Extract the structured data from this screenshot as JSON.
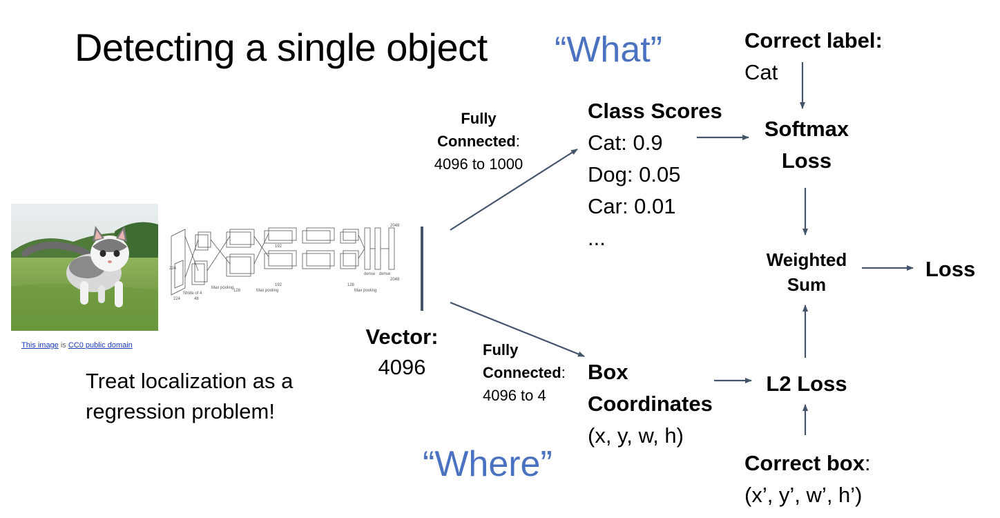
{
  "title": "Detecting a single object",
  "what_label": "“What”",
  "where_label": "“Where”",
  "correct_label": {
    "heading": "Correct label:",
    "value": "Cat"
  },
  "class_scores": {
    "heading": "Class Scores",
    "items": [
      "Cat: 0.9",
      "Dog: 0.05",
      "Car: 0.01",
      "..."
    ]
  },
  "fc_top": {
    "line1": "Fully",
    "line2_bold": "Connected",
    "line2_rest": ":",
    "line3": "4096 to 1000"
  },
  "fc_bottom": {
    "line1": "Fully",
    "line2_bold": "Connected",
    "line2_rest": ":",
    "line3": "4096 to 4"
  },
  "softmax": {
    "line1": "Softmax",
    "line2": "Loss"
  },
  "weighted_sum": {
    "line1": "Weighted",
    "line2": "Sum"
  },
  "loss": "Loss",
  "vector": {
    "heading": "Vector:",
    "value": "4096"
  },
  "box": {
    "line1": "Box",
    "line2": "Coordinates",
    "line3": "(x, y, w, h)"
  },
  "l2_loss": "L2 Loss",
  "correct_box": {
    "heading": "Correct box",
    "colon": ":",
    "value": "(x’, y’, w’, h’)"
  },
  "caption": {
    "line1": "Treat localization as a",
    "line2": "regression problem!"
  },
  "credit": {
    "link1": "This image",
    "mid": " is ",
    "link2": "CC0 public domain"
  },
  "cnn_labels": [
    "224",
    "224",
    "Stride of 4",
    "48",
    "128",
    "192",
    "192",
    "128",
    "Max pooling",
    "Max pooling",
    "Max pooling",
    "dense",
    "dense",
    "2048",
    "2048"
  ],
  "colors": {
    "accent": "#4a72c1",
    "arrow": "#44546a"
  }
}
